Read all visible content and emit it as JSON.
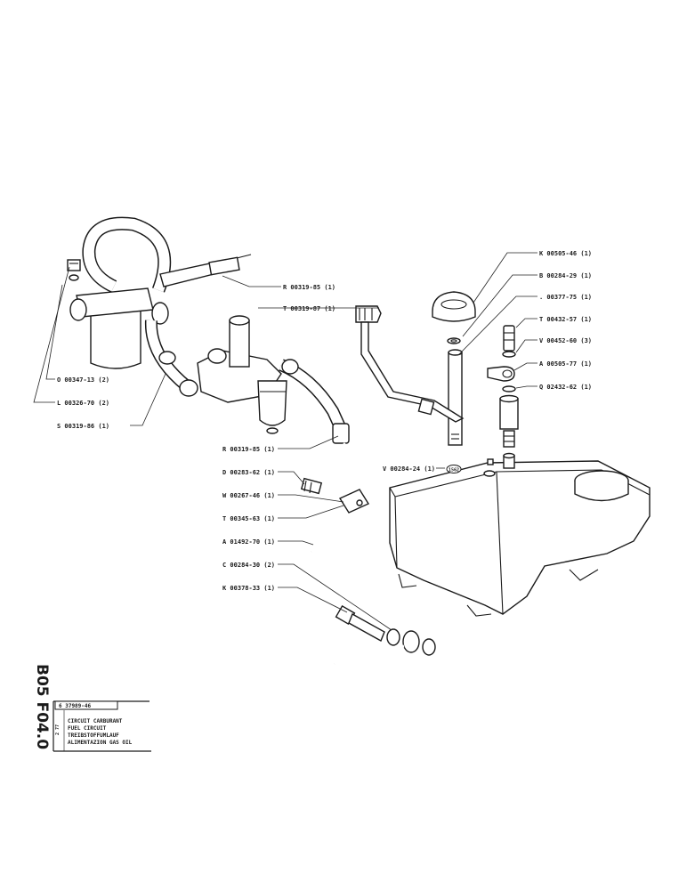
{
  "labels": [
    {
      "id": "k00505",
      "text": "K 00505-46 (1)"
    },
    {
      "id": "b00284",
      "text": "B 00284-29 (1)"
    },
    {
      "id": "l00377",
      "text": ". 00377-75 (1)"
    },
    {
      "id": "t00432",
      "text": "T 00432-57 (1)"
    },
    {
      "id": "v00452",
      "text": "V 00452-60 (3)"
    },
    {
      "id": "a00505",
      "text": "A 00505-77 (1)"
    },
    {
      "id": "q02432",
      "text": "Q 02432-62 (1)"
    },
    {
      "id": "r00319a",
      "text": "R 00319-85 (1)"
    },
    {
      "id": "t00319",
      "text": "T 00319-87 (1)"
    },
    {
      "id": "o00347",
      "text": "O 00347-13 (2)"
    },
    {
      "id": "l00326",
      "text": "L 00326-70 (2)"
    },
    {
      "id": "s00319",
      "text": "S 00319-86 (1)"
    },
    {
      "id": "r00319b",
      "text": "R 00319-85 (1)"
    },
    {
      "id": "d00283",
      "text": "D 00283-62 (1)"
    },
    {
      "id": "w00267",
      "text": "W 00267-46 (1)"
    },
    {
      "id": "t00345",
      "text": "T 00345-63 (1)"
    },
    {
      "id": "a01492",
      "text": "A 01492-70 (1)"
    },
    {
      "id": "c00284",
      "text": "C 00284-30 (2)"
    },
    {
      "id": "k00378",
      "text": "K 00378-33 (1)"
    },
    {
      "id": "v00284",
      "text": "V 00284-24 (1)"
    }
  ],
  "washer_tag": "1562",
  "title_block": {
    "ref_number": "6 37989-46",
    "side_note": "2 77",
    "line1": "CIRCUIT CARBURANT",
    "line2": "FUEL CIRCUIT",
    "line3": "TREIBSTOFFUMLAUF",
    "line4": "ALIMENTAZION GAS OIL"
  },
  "page_code": "B05 F04.0"
}
